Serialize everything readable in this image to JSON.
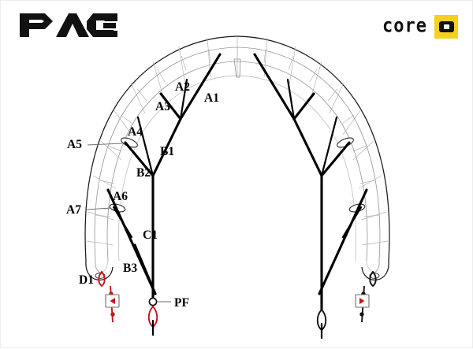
{
  "page": {
    "title": "PACE CORE kite bridle line diagram",
    "background_color": "#ffffff",
    "border_color": "#ececec"
  },
  "branding": {
    "primary_wordmark": "PACE",
    "secondary_wordmark": "core",
    "badge_icon": "square-badge-icon",
    "accent_color": "#f5d020",
    "ink_color": "#111111"
  },
  "legend": {
    "red_line_color": "#c4141b",
    "black_line_color": "#111111"
  },
  "labels": {
    "a1": "A1",
    "a2": "A2",
    "a3": "A3",
    "a4": "A4",
    "a5": "A5",
    "a6": "A6",
    "a7": "A7",
    "b1": "B1",
    "b2": "B2",
    "b3": "B3",
    "c1": "C1",
    "d1": "D1",
    "pf": "PF"
  },
  "markers": {
    "left_swatch": "left-triangle-icon",
    "right_swatch": "right-triangle-icon",
    "pulley": "pulley-ring-icon"
  }
}
